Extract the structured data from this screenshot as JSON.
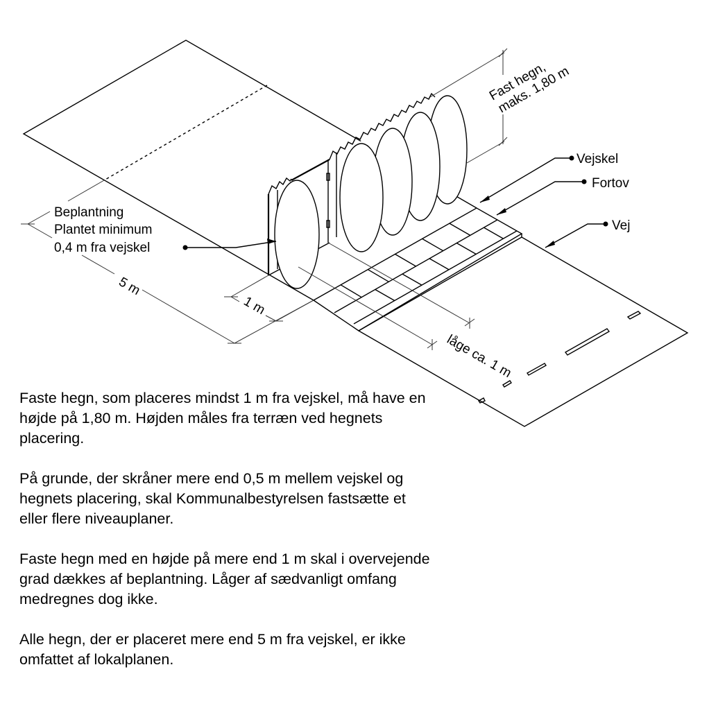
{
  "diagram": {
    "labels": {
      "fence_height_line1": "Fast hegn,",
      "fence_height_line2": "maks. 1,80 m",
      "vejskel": "Vejskel",
      "fortov": "Fortov",
      "vej": "Vej",
      "planting_line1": "Beplantning",
      "planting_line2": "Plantet minimum",
      "planting_line3": "0,4 m fra vejskel",
      "dim_5m": "5 m",
      "dim_1m": "1 m",
      "dim_gate": "låge ca. 1 m"
    }
  },
  "text": {
    "paragraphs": [
      "Faste hegn, som placeres mindst 1 m fra vejskel, må have en højde på 1,80 m. Højden måles fra terræn ved hegnets placering.",
      "På grunde, der skråner mere end 0,5 m mellem vejskel og hegnets placering, skal Kommunalbestyrelsen fastsætte et eller flere niveauplaner.",
      "Faste hegn med en højde på mere end 1 m skal i overvejende grad dækkes af beplantning. Låger af sædvanligt omfang medregnes dog ikke.",
      "Alle hegn, der er placeret mere end 5 m fra vejskel, er ikke omfattet af lokalplanen."
    ]
  }
}
